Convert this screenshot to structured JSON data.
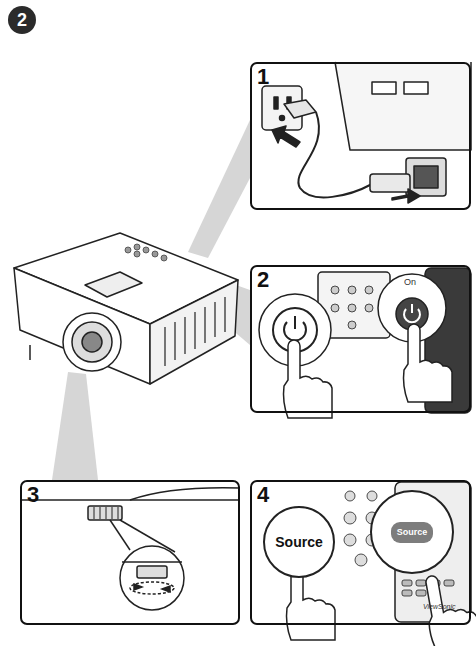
{
  "diagram": {
    "nodes": [
      {
        "text": [
          "2"
        ]
      },
      {
        "text": [
          "1"
        ]
      },
      {
        "text": [
          "2"
        ]
      },
      {
        "text": [
          "3"
        ]
      },
      {
        "text": [
          "4"
        ]
      },
      {
        "text": [
          "Source"
        ],
        "in": 4
      },
      {
        "text": [
          "Source"
        ],
        "in": 4
      }
    ],
    "labels": [
      "On",
      "ViewSonic"
    ]
  }
}
